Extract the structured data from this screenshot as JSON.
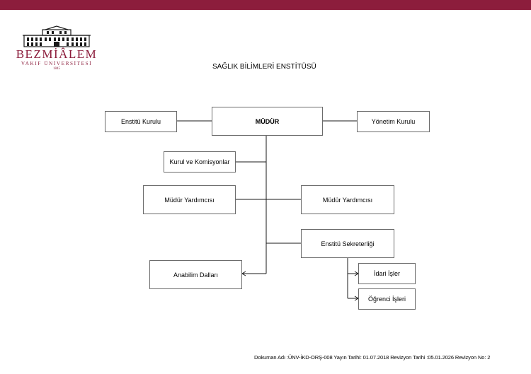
{
  "brand": {
    "name": "BEZMİÂLEM",
    "subtitle": "VAKIF ÜNİVERSİTESİ",
    "year": "1845",
    "bar_color": "#8c1d3c"
  },
  "title": "SAĞLIK BİLİMLERİ ENSTİTÜSÜ",
  "nodes": {
    "mudur": "MÜDÜR",
    "enstitu_kurulu": "Enstitü Kurulu",
    "yonetim_kurulu": "Yönetim Kurulu",
    "kurul_komisyonlar": "Kurul ve Komisyonlar",
    "mudur_yardimcisi_left": "Müdür Yardımcısı",
    "mudur_yardimcisi_right": "Müdür Yardımcısı",
    "enstitu_sekreterligi": "Enstitü Sekreterliği",
    "anabilim_dallari": "Anabilim Dalları",
    "idari_isler": "İdari İşler",
    "ogrenci_isleri": "Öğrenci İşleri"
  },
  "footer": "Dokuman Adı :ÜNV-İKD-ORŞ-008 Yayın Tarihi: 01.07.2018 Revizyon Tarihi :05.01.2026 Revizyon No: 2"
}
